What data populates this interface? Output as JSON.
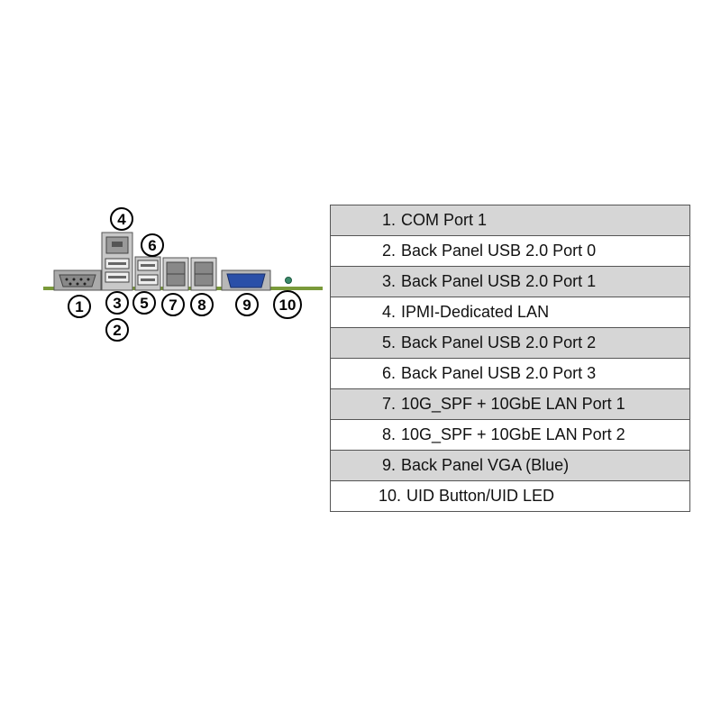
{
  "colors": {
    "board_line": "#7a9a3a",
    "shaded_row": "#d6d6d6",
    "vga_blue": "#2a4fa8",
    "uid_led": "#3a8a6a"
  },
  "callouts": [
    "1",
    "2",
    "3",
    "4",
    "5",
    "6",
    "7",
    "8",
    "9",
    "10"
  ],
  "legend": [
    {
      "num": "1.",
      "text": "COM Port 1",
      "shaded": true
    },
    {
      "num": "2.",
      "text": "Back Panel USB 2.0 Port 0",
      "shaded": false
    },
    {
      "num": "3.",
      "text": "Back Panel USB 2.0 Port 1",
      "shaded": true
    },
    {
      "num": "4.",
      "text": "IPMI-Dedicated LAN",
      "shaded": false
    },
    {
      "num": "5.",
      "text": "Back Panel USB 2.0 Port 2",
      "shaded": true
    },
    {
      "num": "6.",
      "text": "Back Panel USB 2.0 Port 3",
      "shaded": false
    },
    {
      "num": "7.",
      "text": "10G_SPF + 10GbE LAN Port 1",
      "shaded": true
    },
    {
      "num": "8.",
      "text": "10G_SPF + 10GbE LAN Port 2",
      "shaded": false
    },
    {
      "num": "9.",
      "text": "Back Panel VGA (Blue)",
      "shaded": true
    },
    {
      "num": "10.",
      "text": "UID Button/UID LED",
      "shaded": false
    }
  ]
}
